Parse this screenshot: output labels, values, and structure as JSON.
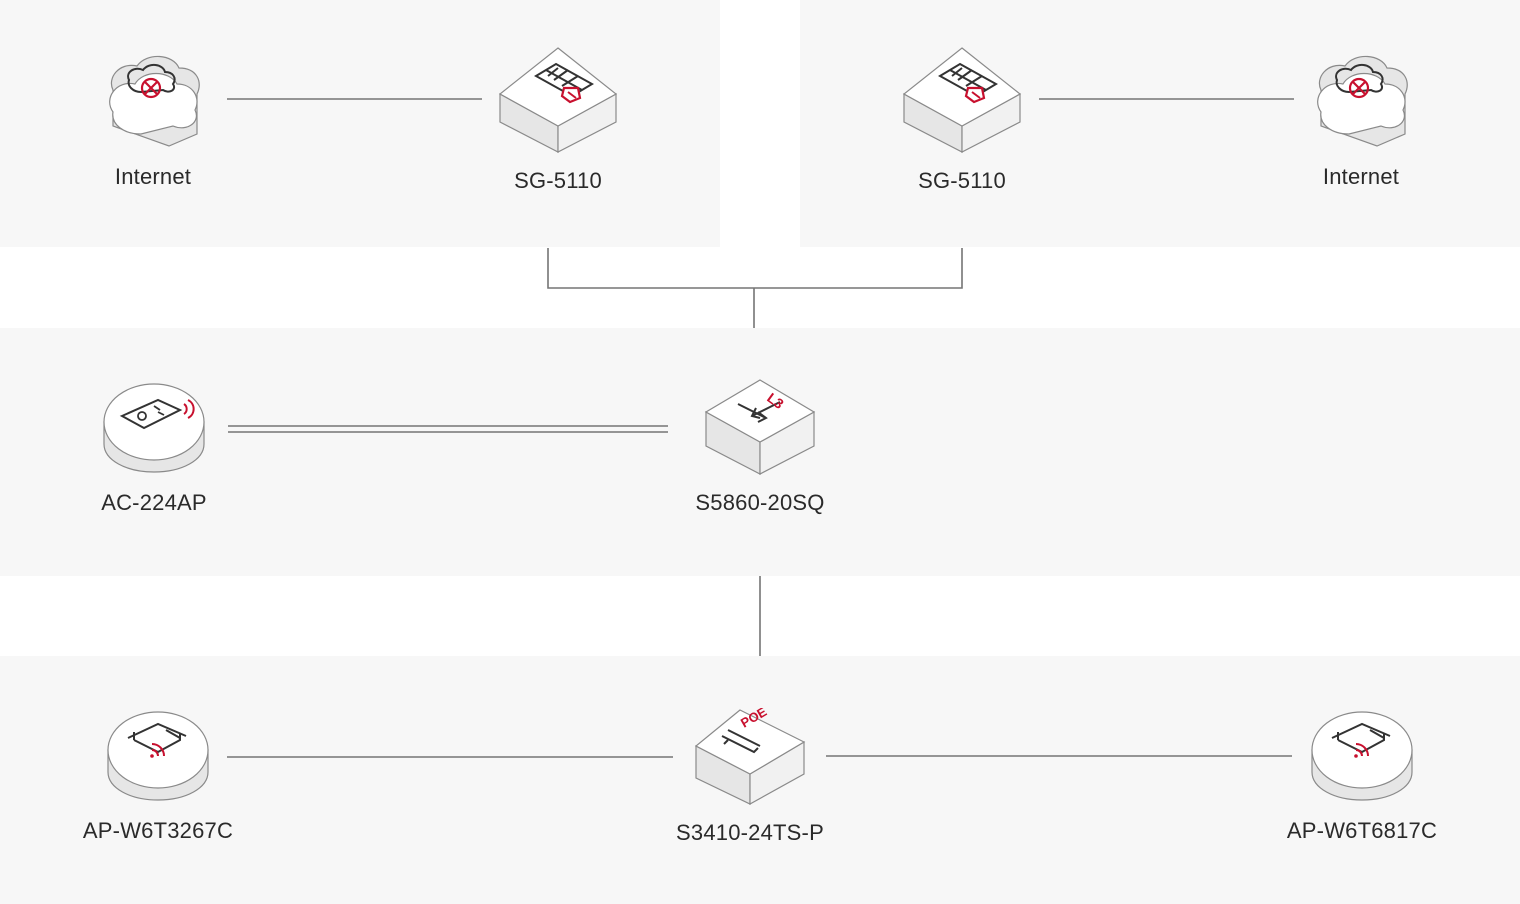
{
  "nodes": {
    "internet_left": {
      "label": "Internet",
      "icon": "cloud-internet-icon"
    },
    "firewall_left": {
      "label": "SG-5110",
      "icon": "firewall-gateway-icon"
    },
    "firewall_right": {
      "label": "SG-5110",
      "icon": "firewall-gateway-icon"
    },
    "internet_right": {
      "label": "Internet",
      "icon": "cloud-internet-icon"
    },
    "controller": {
      "label": "AC-224AP",
      "icon": "wireless-controller-icon"
    },
    "core_switch": {
      "label": "S5860-20SQ",
      "icon": "l3-switch-icon",
      "badge": "L3"
    },
    "ap_left": {
      "label": "AP-W6T3267C",
      "icon": "access-point-icon"
    },
    "poe_switch": {
      "label": "S3410-24TS-P",
      "icon": "poe-switch-icon",
      "badge": "POE"
    },
    "ap_right": {
      "label": "AP-W6T6817C",
      "icon": "access-point-icon"
    }
  },
  "colors": {
    "panel_background": "#f7f7f7",
    "link_line": "#757575",
    "accent_red": "#c8102e",
    "device_face": "#ffffff",
    "device_side": "#e6e6e6",
    "device_outline": "#8a8a8a"
  }
}
